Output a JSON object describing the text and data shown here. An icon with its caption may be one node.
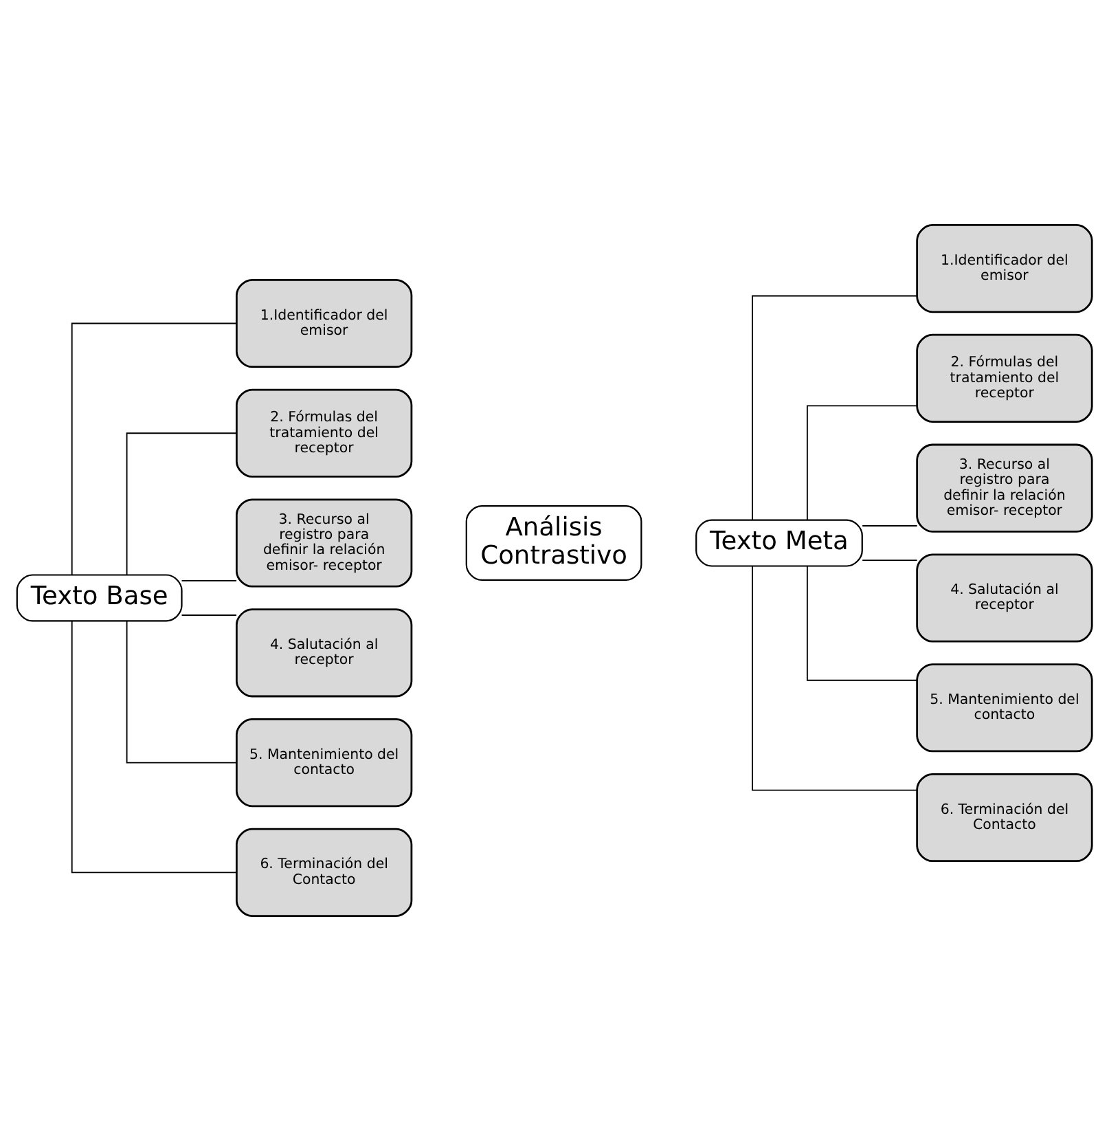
{
  "diagram": {
    "nodes": [
      {
        "text": [
          "Texto Base"
        ]
      },
      {
        "text": [
          "1.Identificador del emisor"
        ]
      },
      {
        "text": [
          "2. Fórmulas del tratamiento del receptor"
        ]
      },
      {
        "text": [
          "3. Recurso al registro para definir la relación emisor- receptor"
        ]
      },
      {
        "text": [
          "4. Salutación al receptor"
        ]
      },
      {
        "text": [
          "5. Mantenimiento del contacto"
        ]
      },
      {
        "text": [
          "6. Terminación del Contacto"
        ]
      },
      {
        "text": [
          "Análisis Contrastivo"
        ]
      },
      {
        "text": [
          "Texto Meta"
        ]
      },
      {
        "text": [
          "1.Identificador del emisor"
        ]
      },
      {
        "text": [
          "2. Fórmulas del tratamiento del receptor"
        ]
      },
      {
        "text": [
          "3. Recurso al registro para definir la relación emisor- receptor"
        ]
      },
      {
        "text": [
          "4. Salutación al receptor"
        ]
      },
      {
        "text": [
          "5. Mantenimiento del contacto"
        ]
      },
      {
        "text": [
          "6. Terminación del Contacto"
        ]
      }
    ],
    "edges": [
      {
        "from": 0,
        "to": 1,
        "arrow": "none"
      },
      {
        "from": 0,
        "to": 2,
        "arrow": "none"
      },
      {
        "from": 0,
        "to": 3,
        "arrow": "none"
      },
      {
        "from": 0,
        "to": 4,
        "arrow": "none"
      },
      {
        "from": 0,
        "to": 5,
        "arrow": "none"
      },
      {
        "from": 0,
        "to": 6,
        "arrow": "none"
      },
      {
        "from": 8,
        "to": 9,
        "arrow": "none"
      },
      {
        "from": 8,
        "to": 10,
        "arrow": "none"
      },
      {
        "from": 8,
        "to": 11,
        "arrow": "none"
      },
      {
        "from": 8,
        "to": 12,
        "arrow": "none"
      },
      {
        "from": 8,
        "to": 13,
        "arrow": "none"
      },
      {
        "from": 8,
        "to": 14,
        "arrow": "none"
      }
    ]
  }
}
